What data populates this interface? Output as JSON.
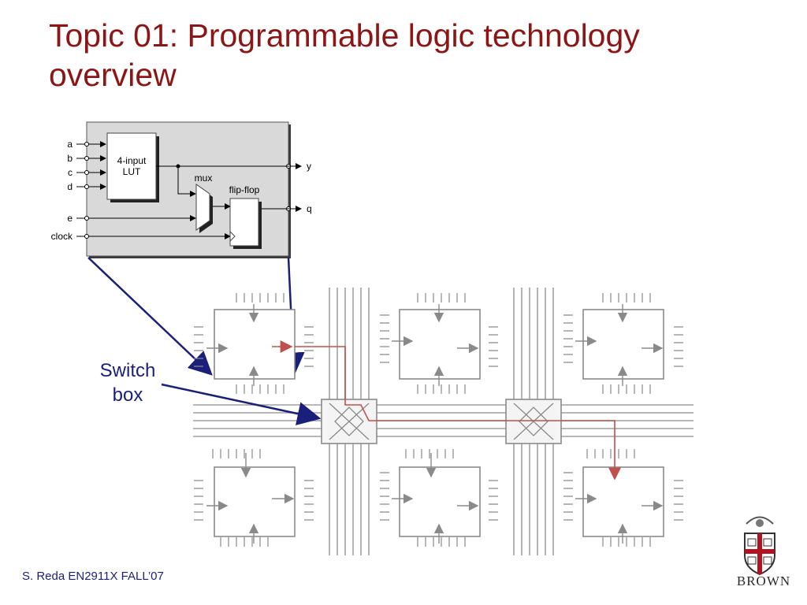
{
  "slide": {
    "title": "Topic 01: Programmable logic technology overview",
    "footer": "S. Reda EN2911X FALL’07"
  },
  "logic_block": {
    "inputs": [
      "a",
      "b",
      "c",
      "d"
    ],
    "extra_input": "e",
    "clock_label": "clock",
    "lut_label": [
      "4-input",
      "LUT"
    ],
    "mux_label": "mux",
    "flipflop_label": "flip-flop",
    "output_y": "y",
    "output_q": "q"
  },
  "callout": {
    "lines": [
      "Switch",
      "box"
    ]
  },
  "logo": {
    "word": "BROWN"
  },
  "colors": {
    "title": "#8c1515",
    "callout": "#1a1f7a",
    "route": "#c0504d",
    "wire": "#9a9a9a",
    "block_fill": "#d9d9d9"
  }
}
